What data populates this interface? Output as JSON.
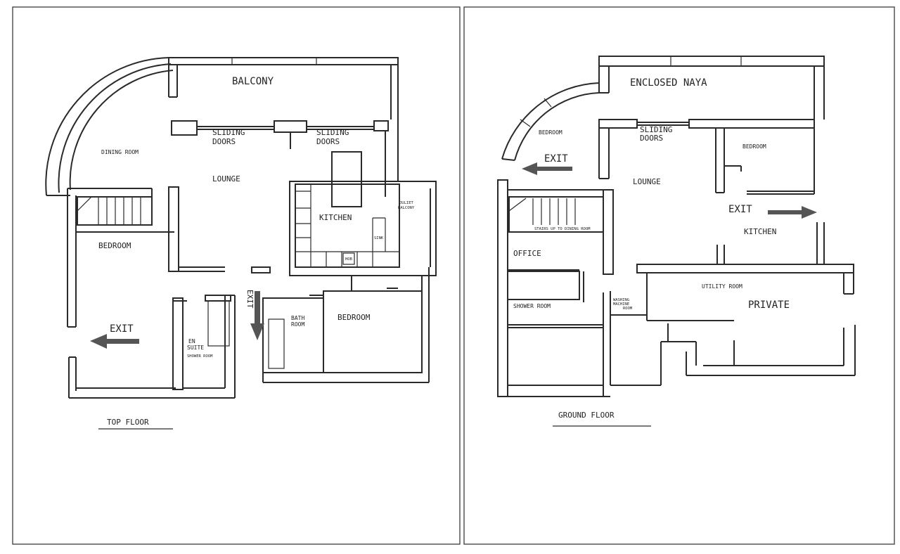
{
  "top_floor": {
    "title": "TOP FLOOR",
    "rooms": {
      "balcony": "BALCONY",
      "sliding_doors_1": [
        "SLIDING",
        "DOORS"
      ],
      "sliding_doors_2": [
        "SLIDING",
        "DOORS"
      ],
      "dining_room": "DINING ROOM",
      "lounge": "LOUNGE",
      "kitchen": "KITCHEN",
      "juliet_balcony": [
        "JULIET",
        "BALCONY"
      ],
      "bedroom_left": "BEDROOM",
      "en_suite": [
        "EN",
        "SUITE"
      ],
      "shower_room": "SHOWER ROOM",
      "bath_room": [
        "BATH",
        "ROOM"
      ],
      "bedroom_right": "BEDROOM",
      "hob": "HOB",
      "sink": "SINK"
    },
    "exits": [
      "EXIT",
      "EXIT"
    ]
  },
  "ground_floor": {
    "title": "GROUND FLOOR",
    "rooms": {
      "enclosed_naya": "ENCLOSED NAYA",
      "sliding_doors": [
        "SLIDING",
        "DOORS"
      ],
      "bedroom_left": "BEDROOM",
      "bedroom_right": "BEDROOM",
      "lounge": "LOUNGE",
      "kitchen": "KITCHEN",
      "stairs": "STAIRS UP TO DINING ROOM",
      "office": "OFFICE",
      "shower_room": "SHOWER ROOM",
      "washing_machine": [
        "WASHING",
        "MACHINE",
        "ROOM"
      ],
      "utility_room": "UTILITY ROOM",
      "private": "PRIVATE"
    },
    "exits": [
      "EXIT",
      "EXIT"
    ]
  }
}
